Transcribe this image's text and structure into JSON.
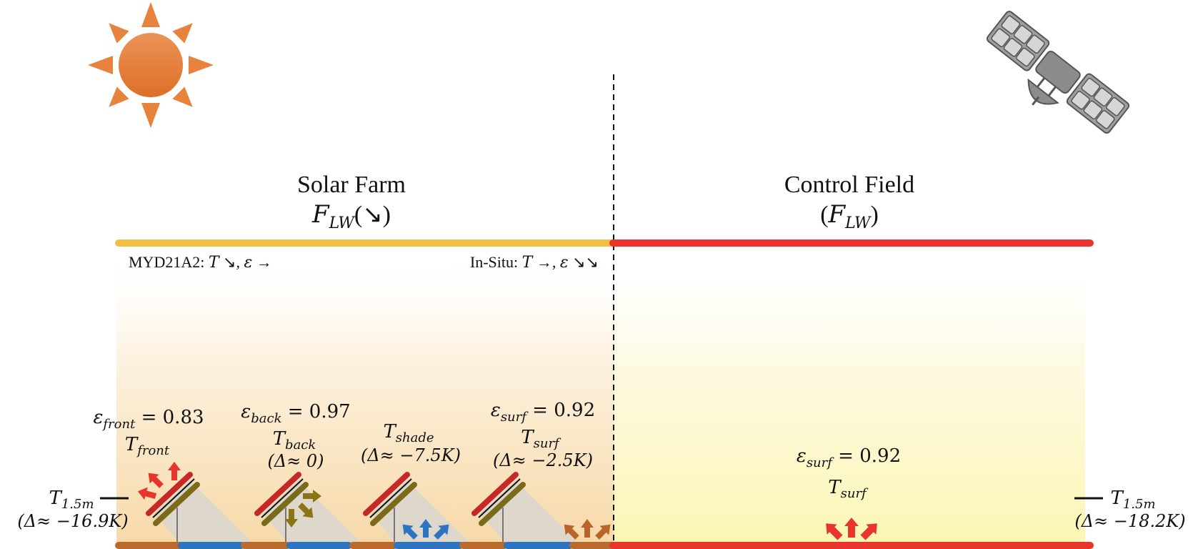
{
  "solar_farm": {
    "title": "Solar Farm",
    "flux_symbol": "F",
    "flux_sub": "LW",
    "flux_trend": "(↘)",
    "modis_label": "MYD21A2: ",
    "modis_T": "T",
    "modis_T_trend": "↘, ",
    "modis_eps": "ε",
    "modis_eps_trend": "→",
    "insitu_label": "In-Situ: ",
    "insitu_T": "T",
    "insitu_T_trend": "→, ",
    "insitu_eps": "ε",
    "insitu_eps_trend": "↘↘",
    "t15": {
      "symbol": "T",
      "sub": "1.5m",
      "delta": "(Δ≈ −16.9K)"
    },
    "front": {
      "eps_symbol": "ε",
      "eps_sub": "front",
      "eps_value": " = 0.83",
      "T_symbol": "T",
      "T_sub": "front"
    },
    "back": {
      "eps_symbol": "ε",
      "eps_sub": "back",
      "eps_value": " = 0.97",
      "T_symbol": "T",
      "T_sub": "back",
      "delta": "(Δ≈ 0)"
    },
    "shade": {
      "T_symbol": "T",
      "T_sub": "shade",
      "delta": "(Δ≈ −7.5K)"
    },
    "surf": {
      "eps_symbol": "ε",
      "eps_sub": "surf",
      "eps_value": " = 0.92",
      "T_symbol": "T",
      "T_sub": "surf",
      "delta": "(Δ≈ −2.5K)"
    }
  },
  "control_field": {
    "title": "Control Field",
    "flux_open": "(",
    "flux_symbol": "F",
    "flux_sub": "LW",
    "flux_close": ")",
    "surf": {
      "eps_symbol": "ε",
      "eps_sub": "surf",
      "eps_value": " = 0.92",
      "T_symbol": "T",
      "T_sub": "surf"
    },
    "t15": {
      "symbol": "T",
      "sub": "1.5m",
      "delta": "(Δ≈ −18.2K)"
    }
  },
  "icons": [
    "sun-icon",
    "satellite-icon"
  ],
  "colors": {
    "solar_bar": "#f2bf45",
    "control_bar": "#e8342a",
    "sun": "#e7833d",
    "ground_brown": "#b96a2c",
    "ground_blue": "#2f74c0",
    "panel_front": "#c62828",
    "panel_back": "#7a6a1a",
    "arrow_red": "#e8342a",
    "arrow_olive": "#8a7514",
    "arrow_blue": "#2f74c0",
    "arrow_orange": "#b9652a",
    "satellite": "#8c8c8c"
  }
}
